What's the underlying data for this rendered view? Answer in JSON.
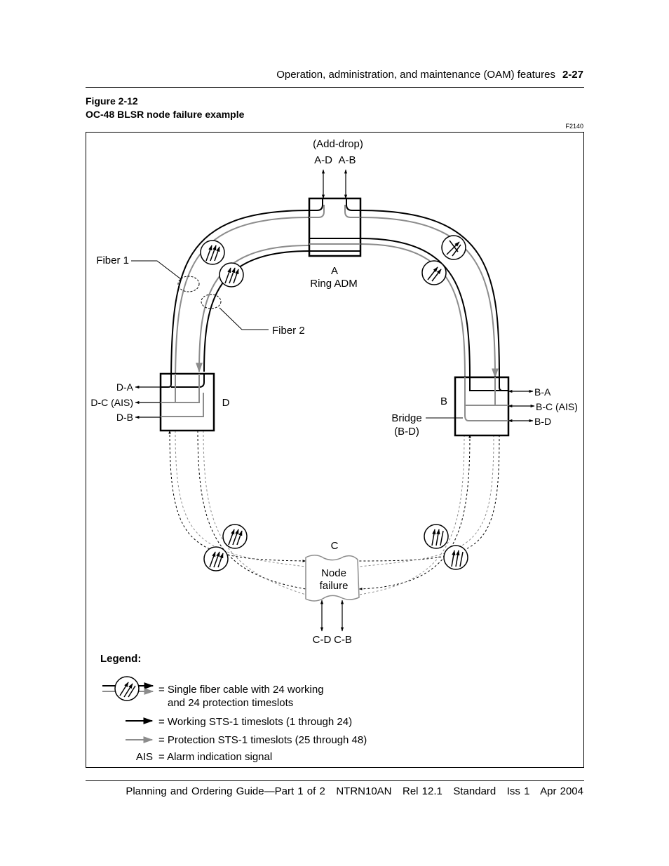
{
  "header": {
    "section": "Operation, administration, and maintenance (OAM) features",
    "page": "2-27"
  },
  "figure": {
    "number": "Figure 2-12",
    "title": "OC-48 BLSR node failure example",
    "id": "F2140"
  },
  "diagram": {
    "add_drop": "(Add-drop)",
    "node_a": {
      "ports": [
        "A-D",
        "A-B"
      ],
      "name": "A",
      "desc": "Ring ADM"
    },
    "node_b": {
      "name": "B",
      "outputs": [
        "B-A",
        "B-C (AIS)",
        "B-D"
      ],
      "bridge": "Bridge",
      "bridge_detail": "(B-D)"
    },
    "node_c": {
      "name": "C",
      "status_line1": "Node",
      "status_line2": "failure",
      "ports": [
        "C-D",
        "C-B"
      ]
    },
    "node_d": {
      "name": "D",
      "outputs": [
        "D-A",
        "D-C (AIS)",
        "D-B"
      ]
    },
    "fiber1": "Fiber 1",
    "fiber2": "Fiber 2"
  },
  "legend": {
    "title": "Legend:",
    "cable_line1": "= Single fiber cable with 24 working",
    "cable_line2": "and 24 protection timeslots",
    "working": "= Working STS-1 timeslots (1 through 24)",
    "protection": "= Protection STS-1 timeslots (25 through 48)",
    "ais_abbr": "AIS",
    "ais": "= Alarm indication signal"
  },
  "colors": {
    "working": "#000000",
    "protection": "#8c8c8c"
  },
  "footer": {
    "text": "Planning and Ordering Guide—Part 1 of 2   NTRN10AN   Rel 12.1   Standard   Iss 1   Apr 2004"
  }
}
